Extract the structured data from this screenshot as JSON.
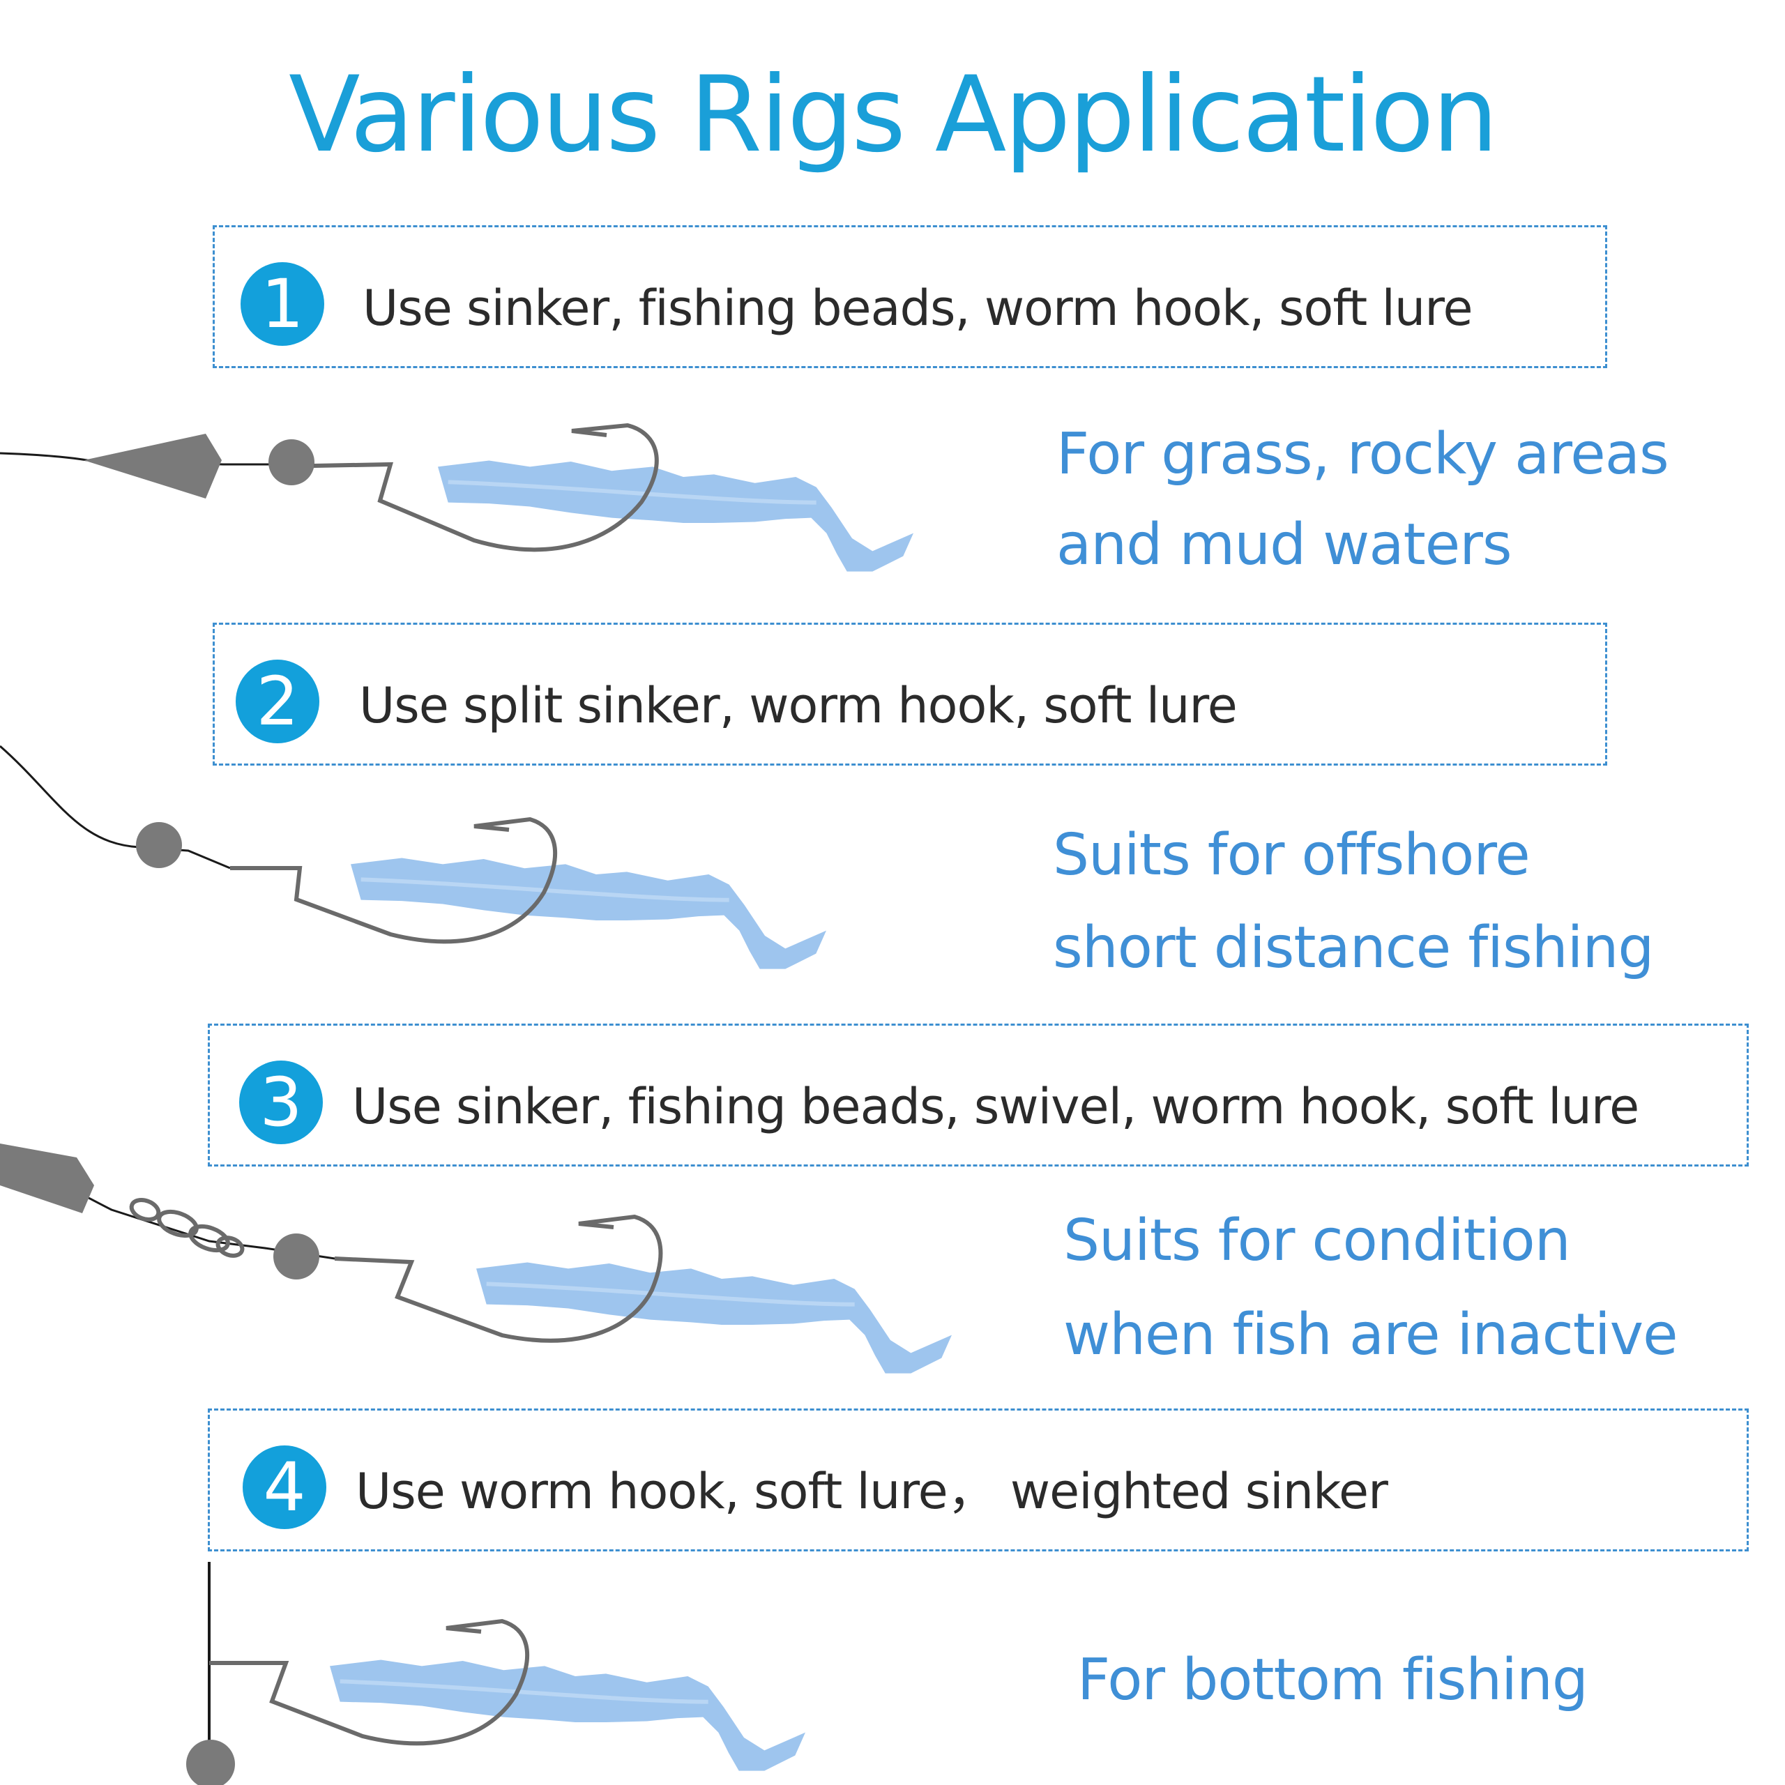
{
  "title": "Various Rigs Application",
  "colors": {
    "title": "#1a9fd8",
    "badge": "#13a0db",
    "box_border": "#3d8fd0",
    "use_text": "#3f8fd6",
    "component_text": "#2b2b2b",
    "lure": "#9ec5ee",
    "sinker": "#7a7a7a",
    "hook": "#6a6a6a",
    "line": "#1a1a1a"
  },
  "rigs": [
    {
      "number": "1",
      "components": "Use sinker,  fishing beads, worm hook, soft lure",
      "use_line1": "For grass, rocky areas",
      "use_line2": "and mud waters"
    },
    {
      "number": "2",
      "components": "Use split sinker, worm hook, soft lure",
      "use_line1": "Suits for offshore",
      "use_line2": "short distance fishing"
    },
    {
      "number": "3",
      "components": "Use sinker,  fishing beads, swivel, worm hook, soft lure",
      "use_line1": "Suits for condition",
      "use_line2": "when fish are inactive"
    },
    {
      "number": "4",
      "components": "Use worm hook, soft lure，  weighted sinker",
      "use_line1": "For bottom fishing",
      "use_line2": ""
    }
  ]
}
